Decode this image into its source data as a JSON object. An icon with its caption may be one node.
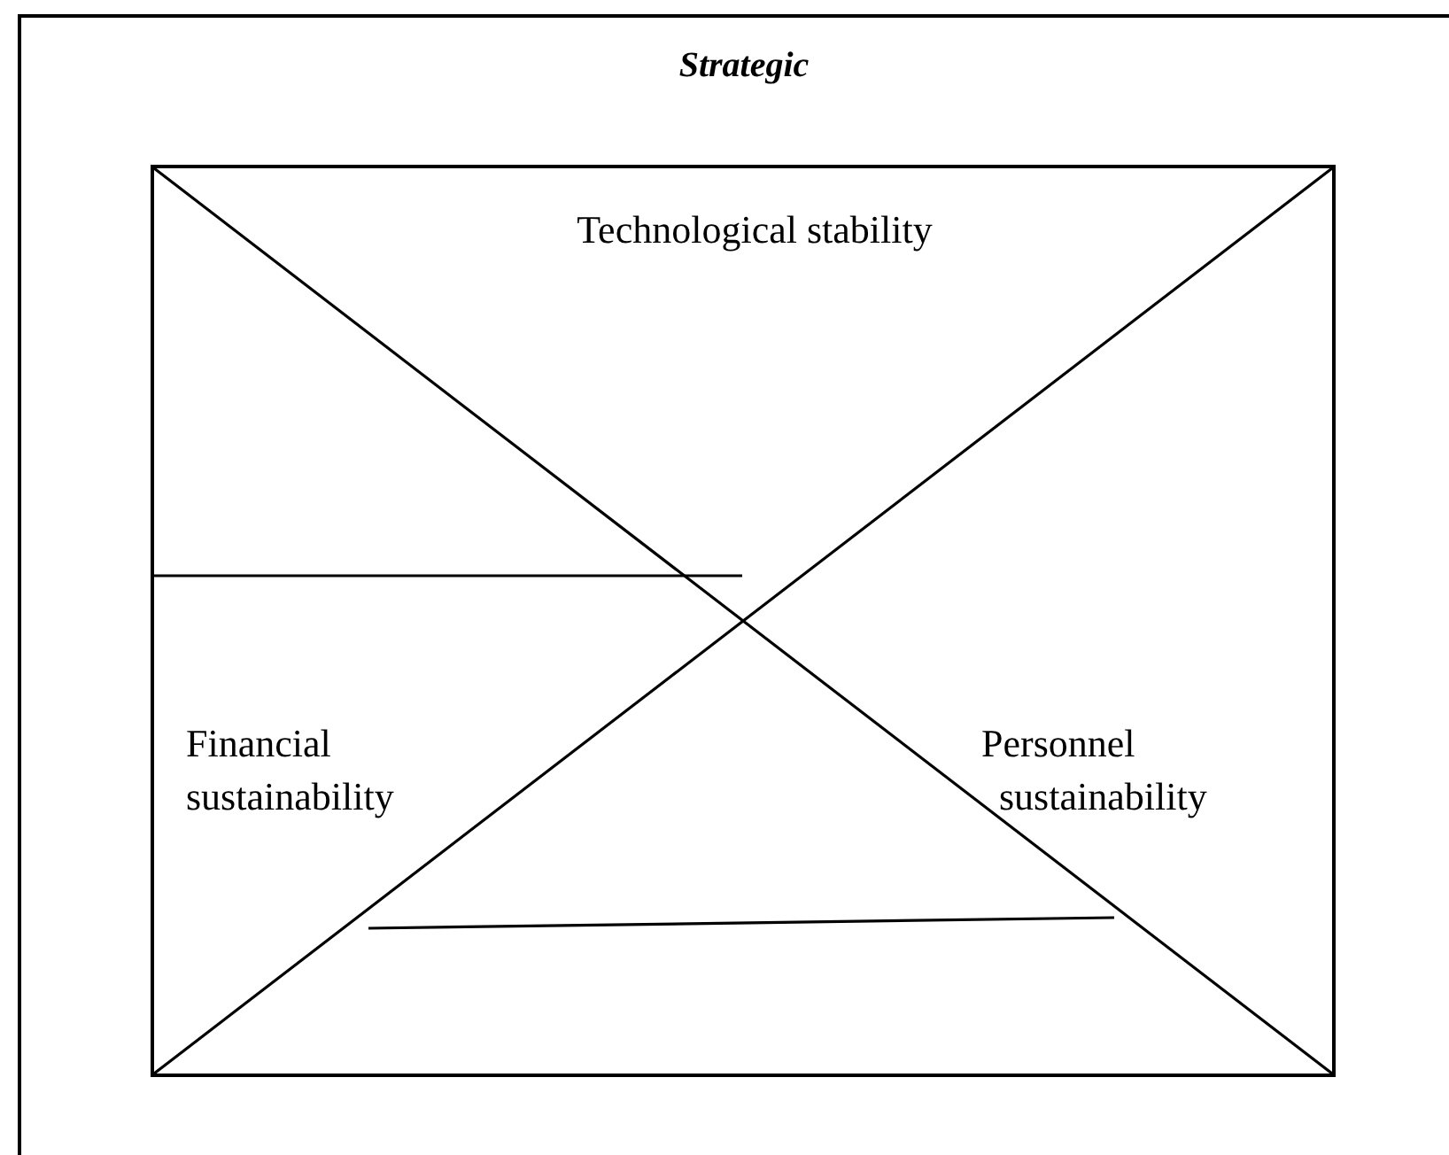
{
  "diagram": {
    "nodes": [
      {
        "text": [
          "Strategic"
        ]
      },
      {
        "text": [],
        "shape": "box",
        "in": 0
      }
    ],
    "labels": [
      "Technological stability",
      "Financial sustainability",
      "Personnel sustainability"
    ]
  }
}
